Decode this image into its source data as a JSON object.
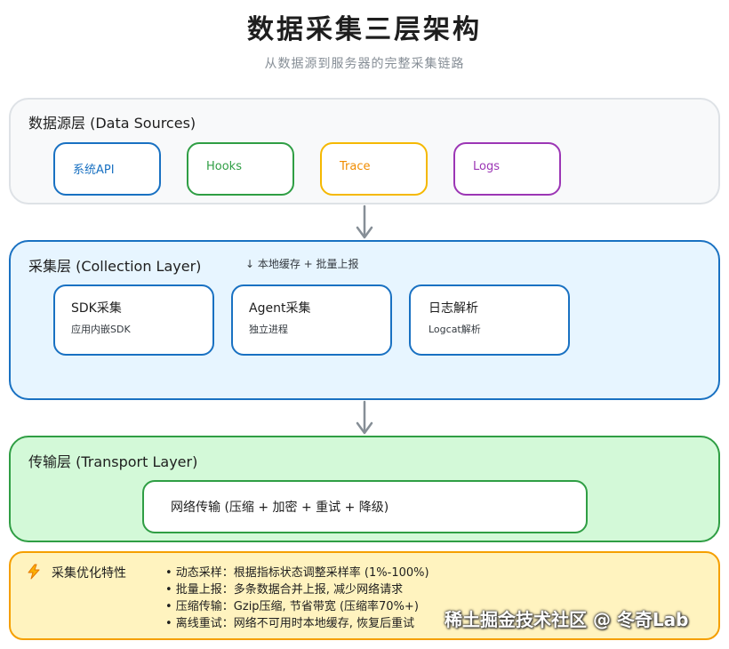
{
  "header": {
    "title": "数据采集三层架构",
    "subtitle": "从数据源到服务器的完整采集链路"
  },
  "source_layer": {
    "title": "数据源层 (Data Sources)",
    "items": [
      {
        "label": "系统API",
        "color": "#1971c2"
      },
      {
        "label": "Hooks",
        "color": "#2f9e44"
      },
      {
        "label": "Trace",
        "color": "#f08c00"
      },
      {
        "label": "Logs",
        "color": "#9c36b5"
      }
    ]
  },
  "collection_layer": {
    "title": "采集层 (Collection Layer)",
    "note": "↓ 本地缓存 + 批量上报",
    "items": [
      {
        "title": "SDK采集",
        "desc": "应用内嵌SDK"
      },
      {
        "title": "Agent采集",
        "desc": "独立进程"
      },
      {
        "title": "日志解析",
        "desc": "Logcat解析"
      }
    ]
  },
  "transport_layer": {
    "title": "传输层 (Transport Layer)",
    "box_label": "网络传输 (压缩 + 加密 + 重试 + 降级)"
  },
  "optimization": {
    "icon": "lightning-icon",
    "title": "采集优化特性",
    "bullets": [
      "• 动态采样：根据指标状态调整采样率 (1%-100%)",
      "• 批量上报：多条数据合并上报, 减少网络请求",
      "• 压缩传输：Gzip压缩, 节省带宽 (压缩率70%+)",
      "• 离线重试：网络不可用时本地缓存, 恢复后重试"
    ]
  },
  "watermark": "稀土掘金技术社区 @ 冬奇Lab",
  "colors": {
    "source_bg": "#f8f9fa",
    "source_border": "#dee2e6",
    "collection_bg": "#e7f5ff",
    "collection_border": "#1971c2",
    "transport_bg": "#d3f9d8",
    "transport_border": "#2f9e44",
    "optimization_bg": "#fff3bf",
    "optimization_border": "#f59f00"
  }
}
